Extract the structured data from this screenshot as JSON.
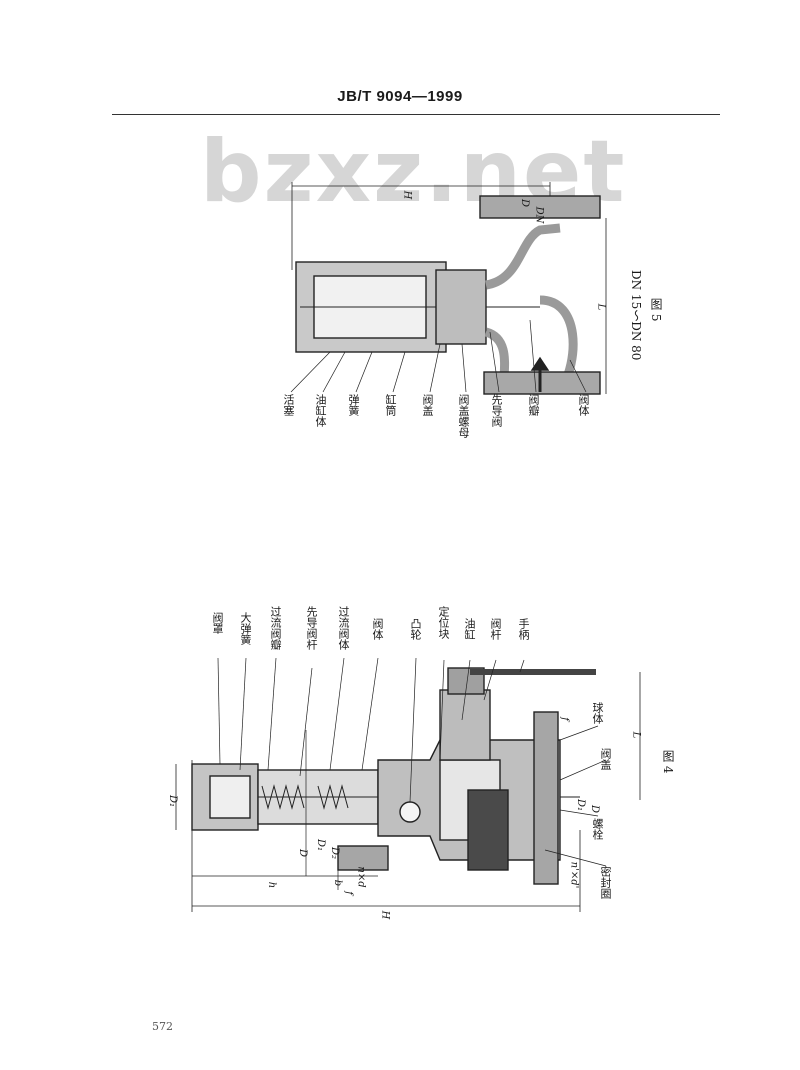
{
  "header": {
    "standard_no": "JB/T 9094—1999"
  },
  "watermark": "bzxz.net",
  "fig5": {
    "caption": "图 5",
    "range": "DN 15～DN 80",
    "labels": [
      "活塞",
      "油缸体",
      "弹簧",
      "缸筒",
      "阀盖",
      "阀盖螺母",
      "先导阀",
      "阀瓣",
      "阀体"
    ],
    "dims": {
      "H": "H",
      "DN": "DN",
      "D": "D",
      "L": "L"
    }
  },
  "fig4": {
    "caption": "图 4",
    "labels_top": [
      "阀罩",
      "大弹簧",
      "过流阀瓣",
      "先导阀杆",
      "过流阀体",
      "阀体",
      "凸轮",
      "定位块",
      "油缸",
      "阀杆",
      "手柄"
    ],
    "labels_bottom": [
      "球体",
      "阀盖",
      "螺栓",
      "密封圈"
    ],
    "dims": {
      "D1_top": "D₁",
      "L": "L",
      "f": "f",
      "D": "D",
      "D1": "D₁",
      "D2": "D₂",
      "n_d": "n×d",
      "b": "b",
      "f2": "f",
      "h": "h",
      "H": "H",
      "D1_b": "D₁",
      "D_b": "D",
      "n_d_b": "n'×d'"
    }
  },
  "page_number": "572"
}
